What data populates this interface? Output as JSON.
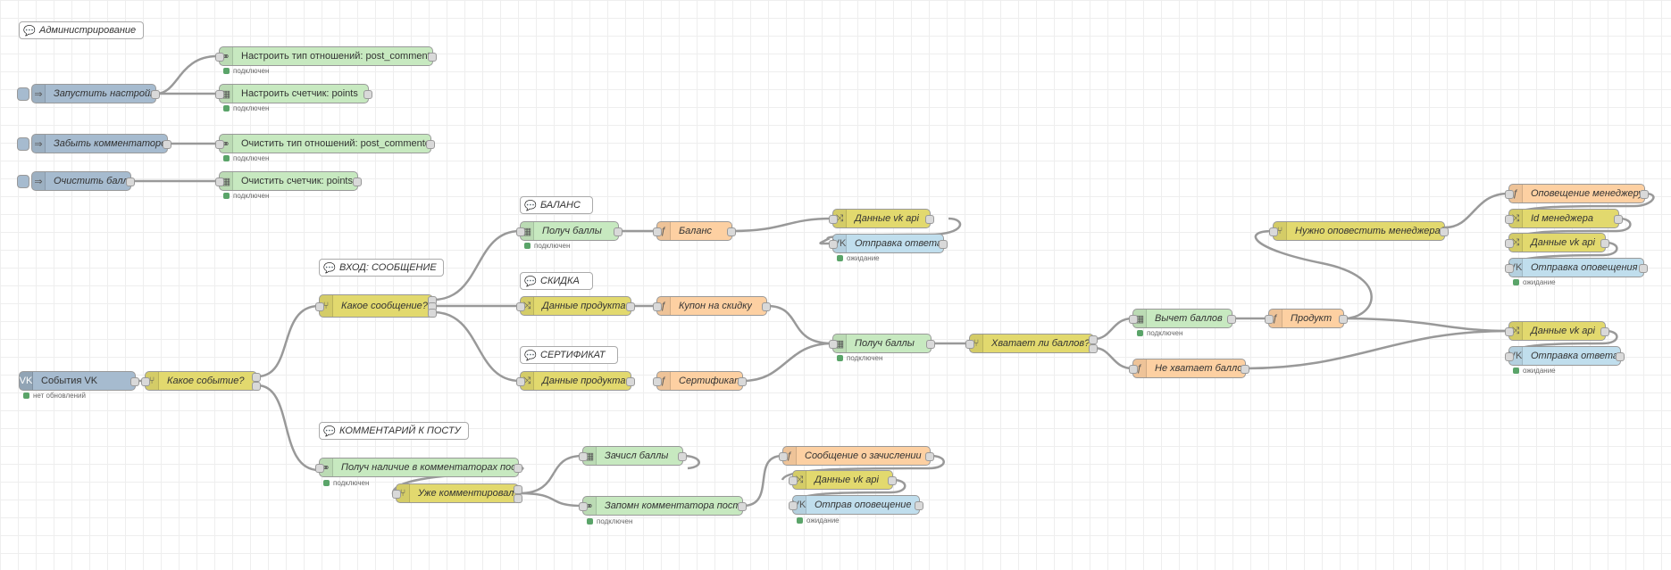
{
  "colors": {
    "function": "#fdd0a2",
    "change": "#e2d96e",
    "switch": "#e2d96e",
    "storage": "#c0deed",
    "config": "#c7e9c0",
    "inject": "#a6bbcf",
    "vk": "#c0deed",
    "status_green": "#5aa469"
  },
  "comments": [
    {
      "text": "Администрирование"
    },
    {
      "text": "ВХОД: СООБЩЕНИЕ"
    },
    {
      "text": "БАЛАНС"
    },
    {
      "text": "СКИДКА"
    },
    {
      "text": "СЕРТИФИКАТ"
    },
    {
      "text": "КОММЕНТАРИЙ К ПОСТУ"
    }
  ],
  "nodes": {
    "inject_setup": {
      "label": "Запустить настройку",
      "icon": "arrow-icon"
    },
    "inject_clear_commenters": {
      "label": "Забыть комментаторов",
      "icon": "arrow-icon"
    },
    "inject_clear_points": {
      "label": "Очистить баллы",
      "icon": "arrow-icon"
    },
    "set_rel_type": {
      "label": "Настроить тип отношений: post_commenter",
      "icon": "link-icon",
      "status": "подключен"
    },
    "set_counter": {
      "label": "Настроить счетчик: points",
      "icon": "counter-icon",
      "status": "подключен"
    },
    "clear_rel_type": {
      "label": "Очистить тип отношений: post_commenter",
      "icon": "link-icon",
      "status": "подключен"
    },
    "clear_counter": {
      "label": "Очистить счетчик: points",
      "icon": "counter-icon",
      "status": "подключен"
    },
    "vk_events": {
      "label": "События VK",
      "icon": "vk-icon",
      "status": "нет обновлений"
    },
    "which_event": {
      "label": "Какое событие?",
      "icon": "switch-icon"
    },
    "which_message": {
      "label": "Какое сообщение?",
      "icon": "switch-icon"
    },
    "get_points_balance": {
      "label": "Получ баллы",
      "icon": "counter-icon",
      "status": "подключен"
    },
    "balance_fn": {
      "label": "Баланс",
      "icon": "function-icon"
    },
    "vk_api_data_1": {
      "label": "Данные vk api",
      "icon": "shuffle-icon"
    },
    "send_reply_1": {
      "label": "Отправка ответа",
      "icon": "vk-icon",
      "status": "ожидание"
    },
    "product_data_1": {
      "label": "Данные продукта",
      "icon": "shuffle-icon"
    },
    "coupon_fn": {
      "label": "Купон на скидку",
      "icon": "function-icon"
    },
    "product_data_2": {
      "label": "Данные продукта",
      "icon": "shuffle-icon"
    },
    "certificate_fn": {
      "label": "Сертификат",
      "icon": "function-icon"
    },
    "get_points_2": {
      "label": "Получ баллы",
      "icon": "counter-icon",
      "status": "подключен"
    },
    "enough_points": {
      "label": "Хватает ли баллов?",
      "icon": "switch-icon"
    },
    "deduct_points": {
      "label": "Вычет баллов",
      "icon": "counter-icon",
      "status": "подключен"
    },
    "product_fn": {
      "label": "Продукт",
      "icon": "function-icon"
    },
    "not_enough_fn": {
      "label": "Не хватает баллов",
      "icon": "function-icon"
    },
    "notify_manager_q": {
      "label": "Нужно оповестить менеджера?",
      "icon": "switch-icon"
    },
    "notify_manager_fn": {
      "label": "Оповещение менеджеру",
      "icon": "function-icon"
    },
    "manager_id": {
      "label": "Id менеджера",
      "icon": "shuffle-icon"
    },
    "vk_api_data_2": {
      "label": "Данные vk api",
      "icon": "shuffle-icon"
    },
    "send_notification_1": {
      "label": "Отправка оповещения",
      "icon": "vk-icon",
      "status": "ожидание"
    },
    "vk_api_data_3": {
      "label": "Данные vk api",
      "icon": "shuffle-icon"
    },
    "send_reply_2": {
      "label": "Отправка ответа",
      "icon": "vk-icon",
      "status": "ожидание"
    },
    "check_commenters": {
      "label": "Получ наличие в комментаторах поста",
      "icon": "link-icon",
      "status": "подключен"
    },
    "already_commented": {
      "label": "Уже комментировал?",
      "icon": "switch-icon"
    },
    "credit_points": {
      "label": "Зачисл баллы",
      "icon": "counter-icon",
      "status": "подключен"
    },
    "remember_commenter": {
      "label": "Запомн комментатора поста",
      "icon": "link-icon",
      "status": "подключен"
    },
    "credit_message_fn": {
      "label": "Сообщение о зачислении",
      "icon": "function-icon"
    },
    "vk_api_data_4": {
      "label": "Данные vk api",
      "icon": "shuffle-icon"
    },
    "send_notification_2": {
      "label": "Отправ оповещение",
      "icon": "vk-icon",
      "status": "ожидание"
    }
  }
}
